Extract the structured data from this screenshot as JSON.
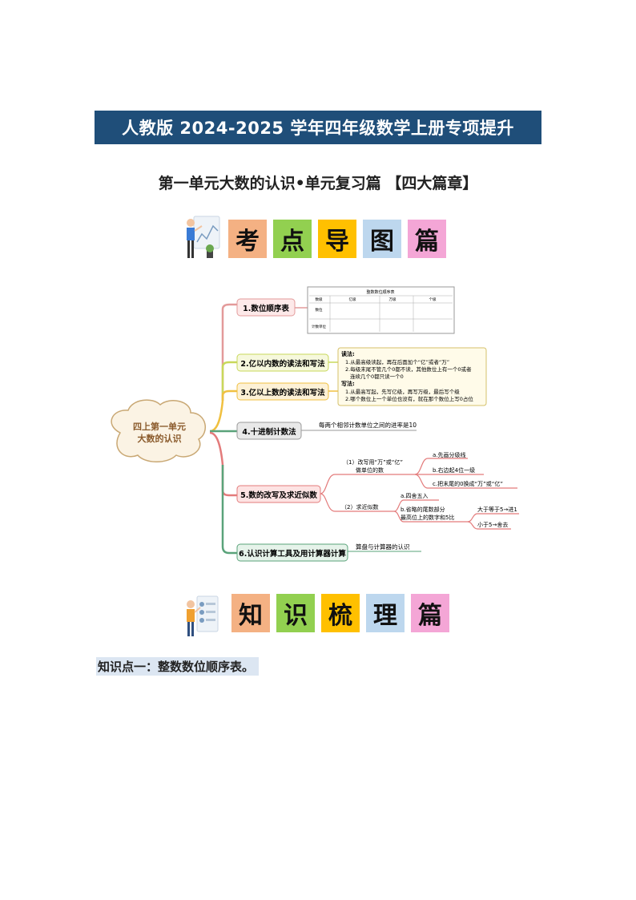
{
  "header": {
    "banner": "人教版 2024-2025 学年四年级数学上册专项提升",
    "subtitle": "第一单元大数的认识•单元复习篇 【四大篇章】"
  },
  "section1": {
    "tiles": [
      {
        "char": "考",
        "color": "#f4b183"
      },
      {
        "char": "点",
        "color": "#92d050"
      },
      {
        "char": "导",
        "color": "#ffc000"
      },
      {
        "char": "图",
        "color": "#bdd7ee"
      },
      {
        "char": "篇",
        "color": "#f4a6d6"
      }
    ]
  },
  "mindmap": {
    "center": [
      "四上第一单元",
      "大数的认识"
    ],
    "branches": [
      {
        "label": "1.数位顺序表"
      },
      {
        "label": "2.亿以内数的读法和写法"
      },
      {
        "label": "3.亿以上数的读法和写法"
      },
      {
        "label": "4.十进制计数法"
      },
      {
        "label": "5.数的改写及求近似数"
      },
      {
        "label": "6.认识计算工具及用计算器计算"
      }
    ],
    "table": {
      "title": "整数数位顺序表",
      "row1": [
        "数级",
        "亿级",
        "万级",
        "个级"
      ],
      "row2_head": "数位",
      "row3_head": "计数单位"
    },
    "reading_box": [
      "读法:",
      "1.从最高级读起，再在后面加个“亿”或者“万”",
      "2.每级末尾不管几个0都不读，其他数位上有一个0或者",
      "连续几个0都只读一个0",
      "写法:",
      "1.从最高写起，先写亿级，再写万级，最后写个级",
      "2.哪个数位上一个单位也没有，就在那个数位上写0占位"
    ],
    "decimal_note": "每两个相邻计数单位之间的进率是10",
    "rewrite": {
      "group1": [
        "（1）改写用“万”或“亿”",
        "做单位的数"
      ],
      "group1_items": [
        "a.先画分级线",
        "b.右边起4位一级",
        "c.把末尾的0换成“万”或“亿”"
      ],
      "group2": "（2）求近似数",
      "group2_items": [
        "a.四舍五入",
        "b.省略的尾数部分",
        "最高位上的数字和5比"
      ],
      "group2_sub": [
        "大于等于5→进1",
        "小于5→舍去"
      ]
    },
    "calc_note": "算盘与计算器的认识"
  },
  "section2": {
    "tiles": [
      {
        "char": "知",
        "color": "#f4b183"
      },
      {
        "char": "识",
        "color": "#92d050"
      },
      {
        "char": "梳",
        "color": "#ffc000"
      },
      {
        "char": "理",
        "color": "#bdd7ee"
      },
      {
        "char": "篇",
        "color": "#f4a6d6"
      }
    ]
  },
  "knowledge_point": "知识点一：整数数位顺序表。"
}
